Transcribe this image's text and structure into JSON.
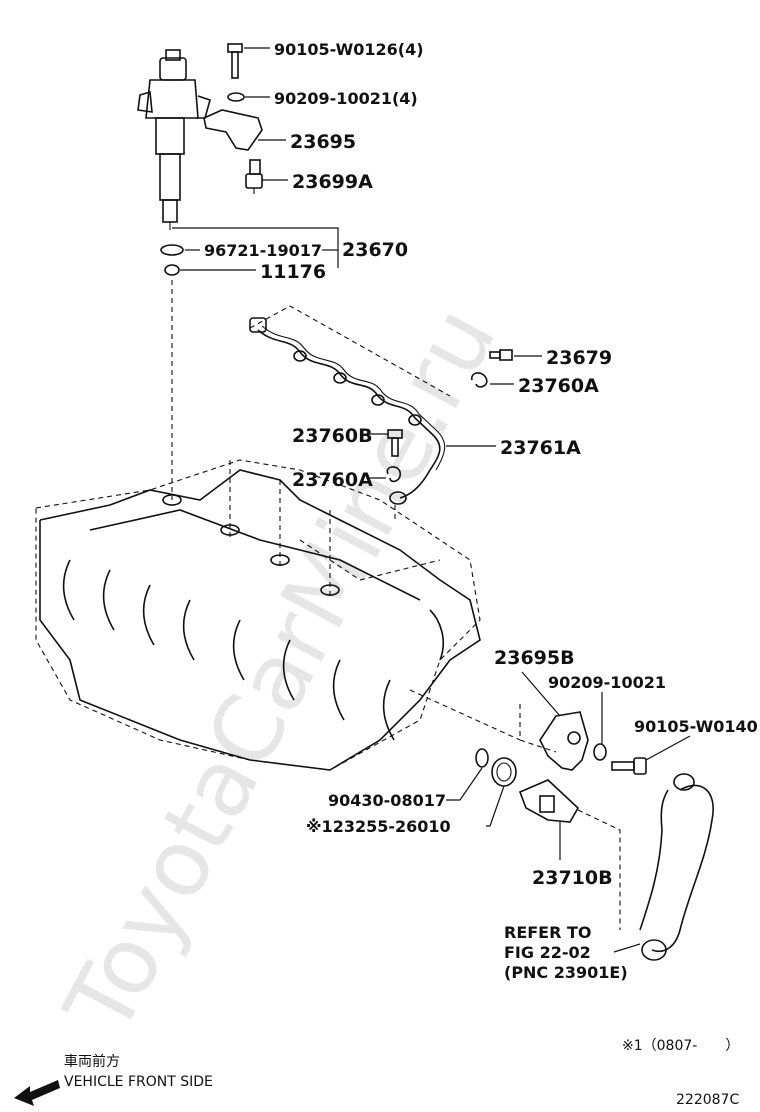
{
  "watermark": "ToyotaCarMine.ru",
  "parts": {
    "bolt_injector": "90105-W0126(4)",
    "washer_injector": "90209-10021(4)",
    "clamp": "23695",
    "valve": "23699A",
    "gasket_assy": "96721-19017",
    "injector_assy": "23670",
    "seal": "11176",
    "bolt_pipe": "23679",
    "clip_upper": "23760A",
    "bolt_lower": "23760B",
    "pipe": "23761A",
    "clip_lower": "23760A",
    "bracket": "23695B",
    "washer_pump": "90209-10021",
    "bolt_pump": "90105-W0140",
    "oring": "90430-08017",
    "seal_ring": "※123255-26010",
    "pump": "23710B"
  },
  "refer": {
    "line1": "REFER TO",
    "line2": "FIG 22-02",
    "line3": "(PNC 23901E)"
  },
  "note": "※1（0807-　　）",
  "direction": {
    "jp": "車両前方",
    "en": "VEHICLE FRONT SIDE"
  },
  "figure_code": "222087C"
}
